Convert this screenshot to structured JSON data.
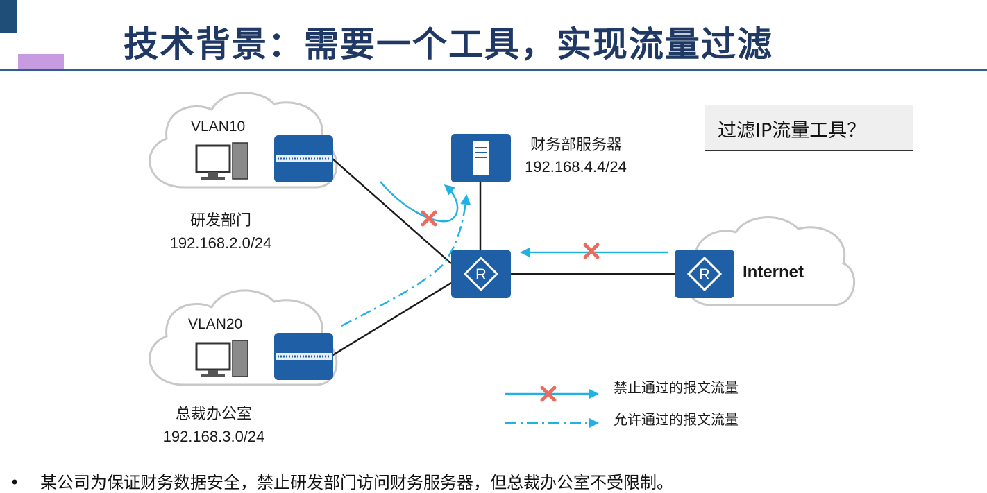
{
  "slide": {
    "title": "技术背景：需要一个工具，实现流量过滤",
    "question": "过滤IP流量工具？",
    "bullet": "某公司为保证财务数据安全，禁止研发部门访问财务服务器，但总裁办公室不受限制。"
  },
  "diagram": {
    "vlan10": {
      "label": "VLAN10",
      "dept": "研发部门",
      "subnet": "192.168.2.0/24"
    },
    "vlan20": {
      "label": "VLAN20",
      "dept": "总裁办公室",
      "subnet": "192.168.3.0/24"
    },
    "server": {
      "name": "财务部服务器",
      "ip": "192.168.4.4/24"
    },
    "router_glyph": "R",
    "internet_label": "Internet",
    "legend": {
      "deny": "禁止通过的报文流量",
      "permit": "允许通过的报文流量"
    }
  },
  "colors": {
    "device": "#1f5fa6",
    "traffic": "#22b1e3",
    "block_x": "#ea6b5f",
    "title": "#1f3864"
  }
}
